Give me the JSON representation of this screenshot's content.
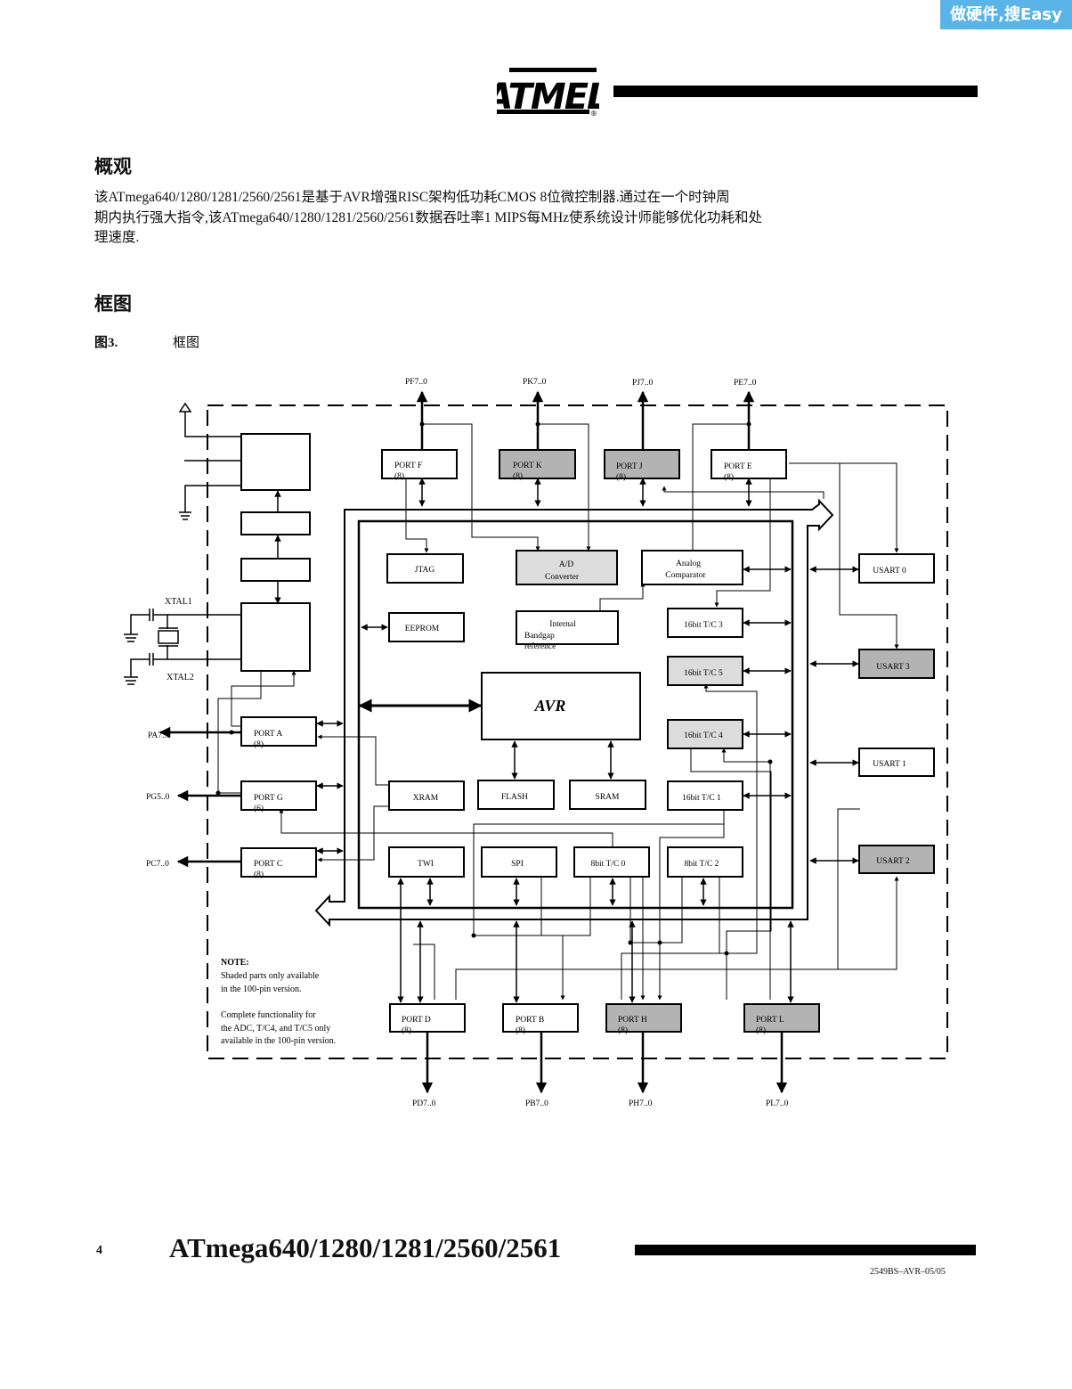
{
  "corner_badge": "做硬件,搜Easy",
  "logo_text": "ATMEL",
  "overview": {
    "heading": "概观",
    "body": "该ATmega640/1280/1281/2560/2561是基于AVR增强RISC架构低功耗CMOS 8位微控制器.通过在一个时钟周\n期内执行强大指令,该ATmega640/1280/1281/2560/2561数据吞吐率1 MIPS每MHz使系统设计师能够优化功耗和处\n理速度."
  },
  "block_diagram": {
    "heading": "框图",
    "figure_number": "图3.",
    "figure_title": "框图",
    "pins": {
      "pf": "PF7..0",
      "pk": "PK7..0",
      "pj": "PJ7..0",
      "pe": "PE7..0",
      "pa": "PA7..0",
      "pg": "PG5..0",
      "pc": "PC7..0",
      "pd": "PD7..0",
      "pb": "PB7..0",
      "ph": "PH7..0",
      "pl": "PL7..0"
    },
    "crystal": {
      "xtal1": "XTAL1",
      "xtal2": "XTAL2"
    },
    "blocks": {
      "port_f": "PORT F",
      "port_f_width": "(8)",
      "port_k": "PORT K",
      "port_k_width": "(8)",
      "port_j": "PORT J",
      "port_j_width": "(8)",
      "port_e": "PORT E",
      "port_e_width": "(8)",
      "port_a": "PORT A",
      "port_a_width": "(8)",
      "port_g": "PORT G",
      "port_g_width": "(6)",
      "port_c": "PORT C",
      "port_c_width": "(8)",
      "port_d": "PORT D",
      "port_d_width": "(8)",
      "port_b": "PORT B",
      "port_b_width": "(8)",
      "port_h": "PORT H",
      "port_h_width": "(8)",
      "port_l": "PORT L",
      "port_l_width": "(8)",
      "jtag": "JTAG",
      "adc_line1": "A/D",
      "adc_line2": "Converter",
      "comparator_line1": "Analog",
      "comparator_line2": "Comparator",
      "eeprom": "EEPROM",
      "bandgap_line1": "Internal",
      "bandgap_line2": "Bandgap",
      "bandgap_line3": "reference",
      "tc3": "16bit T/C 3",
      "tc5": "16bit T/C 5",
      "tc4": "16bit T/C 4",
      "tc1": "16bit T/C 1",
      "tc0": "8bit T/C 0",
      "tc2": "8bit T/C 2",
      "avr": "AVR",
      "xram": "XRAM",
      "flash": "FLASH",
      "sram": "SRAM",
      "twi": "TWI",
      "spi": "SPI",
      "usart0": "USART 0",
      "usart3": "USART 3",
      "usart1": "USART 1",
      "usart2": "USART 2"
    },
    "note": {
      "title": "NOTE:",
      "line1": "Shaded parts only available",
      "line2": "in the 100-pin version.",
      "line3": "Complete functionality for",
      "line4": "the ADC, T/C4, and T/C5 only",
      "line5": "available in the 100-pin version."
    },
    "colors": {
      "shade_dark": "#b3b3b3",
      "shade_light": "#dcdcdc"
    }
  },
  "footer": {
    "page_number": "4",
    "title": "ATmega640/1280/1281/2560/2561",
    "doc_number": "2549BS–AVR–05/05"
  }
}
